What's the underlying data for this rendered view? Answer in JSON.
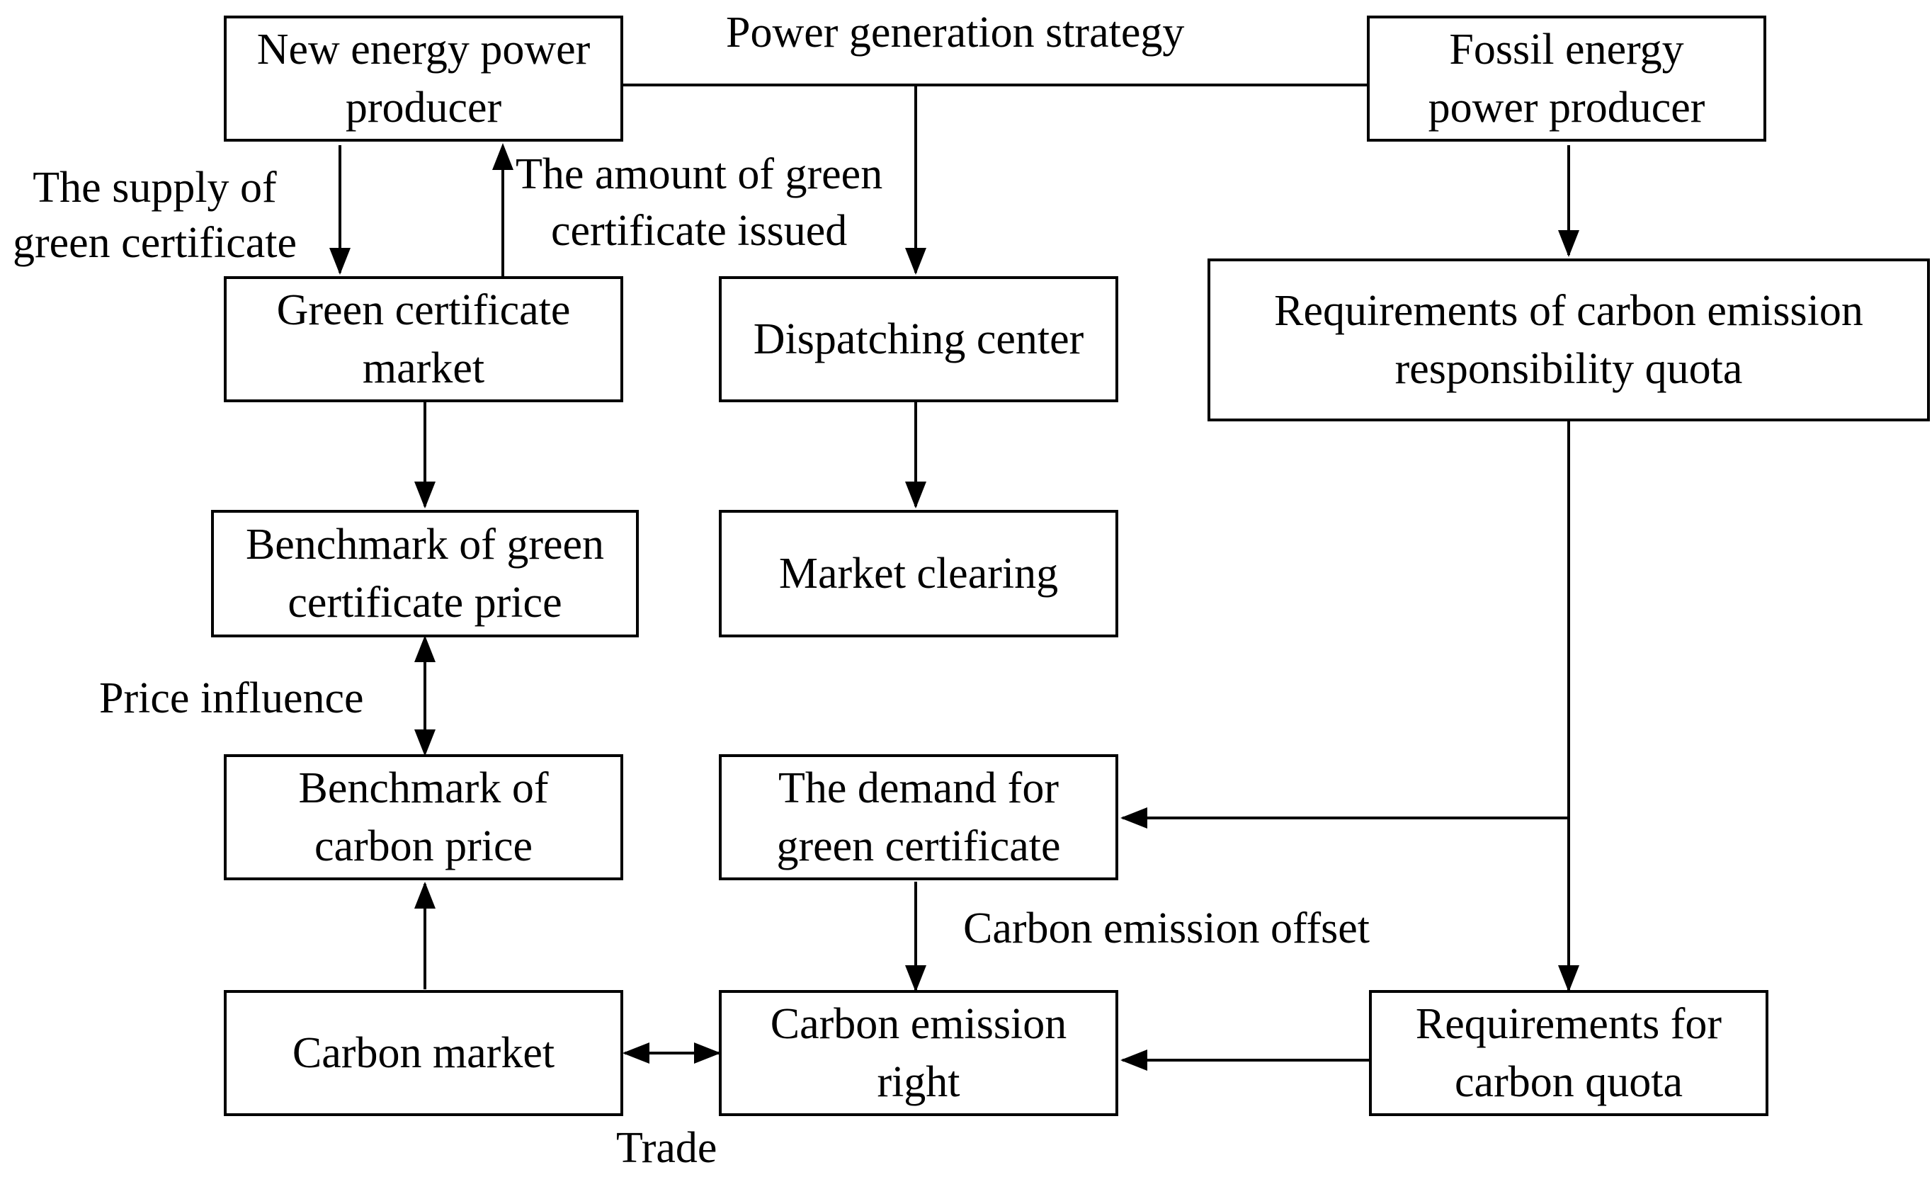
{
  "boxes": {
    "new_energy": "New energy power\nproducer",
    "fossil": "Fossil energy\npower producer",
    "green_market": "Green certificate\nmarket",
    "dispatching": "Dispatching center",
    "req_carbon_emission": "Requirements of carbon emission\nresponsibility quota",
    "bench_green": "Benchmark of green\ncertificate price",
    "market_clearing": "Market clearing",
    "bench_carbon": "Benchmark of\ncarbon price",
    "demand_green": "The demand for\ngreen certificate",
    "carbon_market": "Carbon market",
    "carbon_right": "Carbon emission\nright",
    "req_quota": "Requirements for\ncarbon quota"
  },
  "labels": {
    "power_strategy": "Power generation strategy",
    "supply_green": "The supply of\ngreen certificate",
    "amount_green": "The amount of green\ncertificate issued",
    "price_influence": "Price influence",
    "offset": "Carbon emission offset",
    "trade": "Trade"
  },
  "colors": {
    "stroke": "#000000",
    "background": "#ffffff"
  }
}
